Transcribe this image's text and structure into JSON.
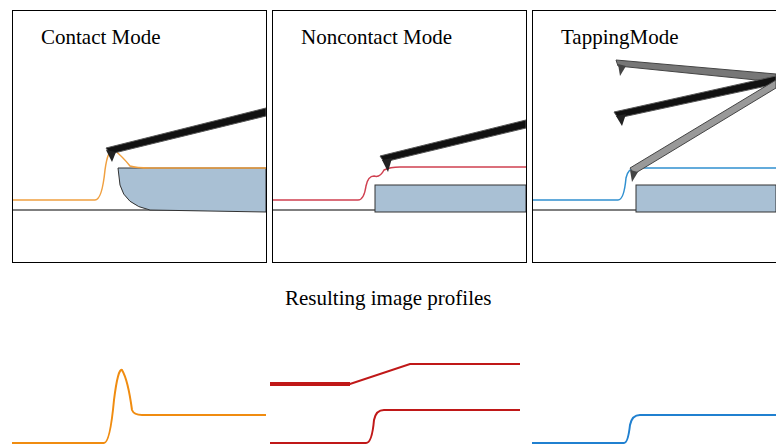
{
  "diagram": {
    "nodes": [
      {
        "text": [
          "Contact Mode"
        ]
      },
      {
        "text": [
          "Noncontact Mode"
        ]
      },
      {
        "text": [
          "TappingMode"
        ]
      }
    ],
    "labels": [
      "Resulting image profiles"
    ]
  }
}
